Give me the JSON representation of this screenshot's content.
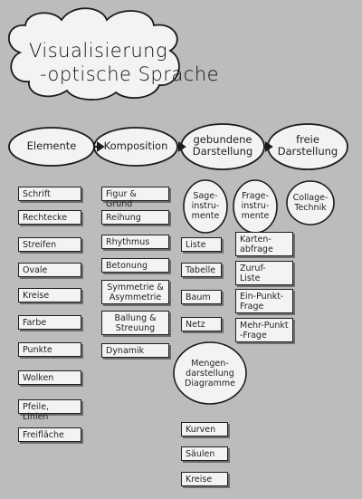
{
  "title": {
    "line1": "Visualisierung",
    "line2": "-optische Sprache"
  },
  "headers": {
    "elemente": "Elemente",
    "komposition": "Komposition",
    "gebundene": "gebundene\nDarstellung",
    "freie": "freie\nDarstellung"
  },
  "sub_ovals": {
    "sage": "Sage-\ninstru-\nmente",
    "frage": "Frage-\ninstru-\nmente",
    "collage": "Collage-\nTechnik"
  },
  "elemente_items": [
    "Schrift",
    "Rechtecke",
    "Streifen",
    "Ovale",
    "Kreise",
    "Farbe",
    "Punkte",
    "Wolken",
    "Pfeile, Linien",
    "Freifläche"
  ],
  "komposition_items": [
    "Figur & Grund",
    "Reihung",
    "Rhythmus",
    "Betonung",
    "Symmetrie &\nAsymmetrie",
    "Ballung &\nStreuung",
    "Dynamik"
  ],
  "sage_items": [
    "Liste",
    "Tabelle",
    "Baum",
    "Netz"
  ],
  "frage_items": [
    "Karten-\nabfrage",
    "Zuruf-\nListe",
    "Ein-Punkt-\nFrage",
    "Mehr-Punkt\n-Frage"
  ],
  "mengen": "Mengen-\ndarstellung\nDiagramme",
  "mengen_items": [
    "Kurven",
    "Säulen",
    "Kreise"
  ]
}
